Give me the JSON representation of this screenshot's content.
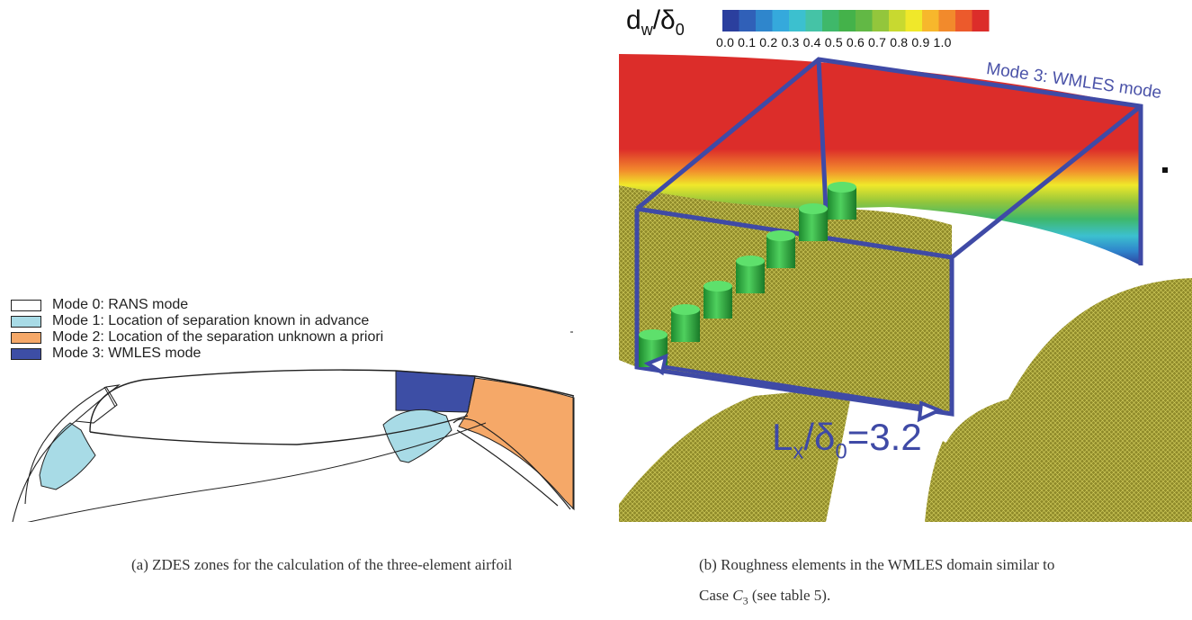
{
  "legend": {
    "items": [
      {
        "label": "Mode 0: RANS mode",
        "color": "#ffffff"
      },
      {
        "label": "Mode 1: Location of separation known in advance",
        "color": "#a8dbe6"
      },
      {
        "label": "Mode 2: Location of the separation unknown a priori",
        "color": "#f5a868"
      },
      {
        "label": "Mode 3: WMLES mode",
        "color": "#3d4ea5"
      }
    ]
  },
  "panel_b": {
    "colorbar_label": "dw/δ0",
    "colorbar_ticks": "0.0 0.1 0.2 0.3 0.4 0.5 0.6 0.7 0.8 0.9 1.0",
    "colorbar_colors": [
      "#2b3f9e",
      "#3060b8",
      "#2f86cc",
      "#35a9dc",
      "#3cc0cf",
      "#45c3a6",
      "#3fb86a",
      "#44b24a",
      "#62b845",
      "#93c63c",
      "#c8d930",
      "#f0e82a",
      "#f7b72c",
      "#f28a2c",
      "#ec5a2c",
      "#dc2d2a"
    ],
    "mode3_label": "Mode 3: WMLES mode",
    "length_label": "Lx/δ0=3.2"
  },
  "captions": {
    "a": "(a) ZDES zones for the calculation of the three-element airfoil",
    "b_line1": "(b) Roughness elements in the WMLES domain similar to",
    "b_line2": "Case C3 (see table 5)."
  }
}
